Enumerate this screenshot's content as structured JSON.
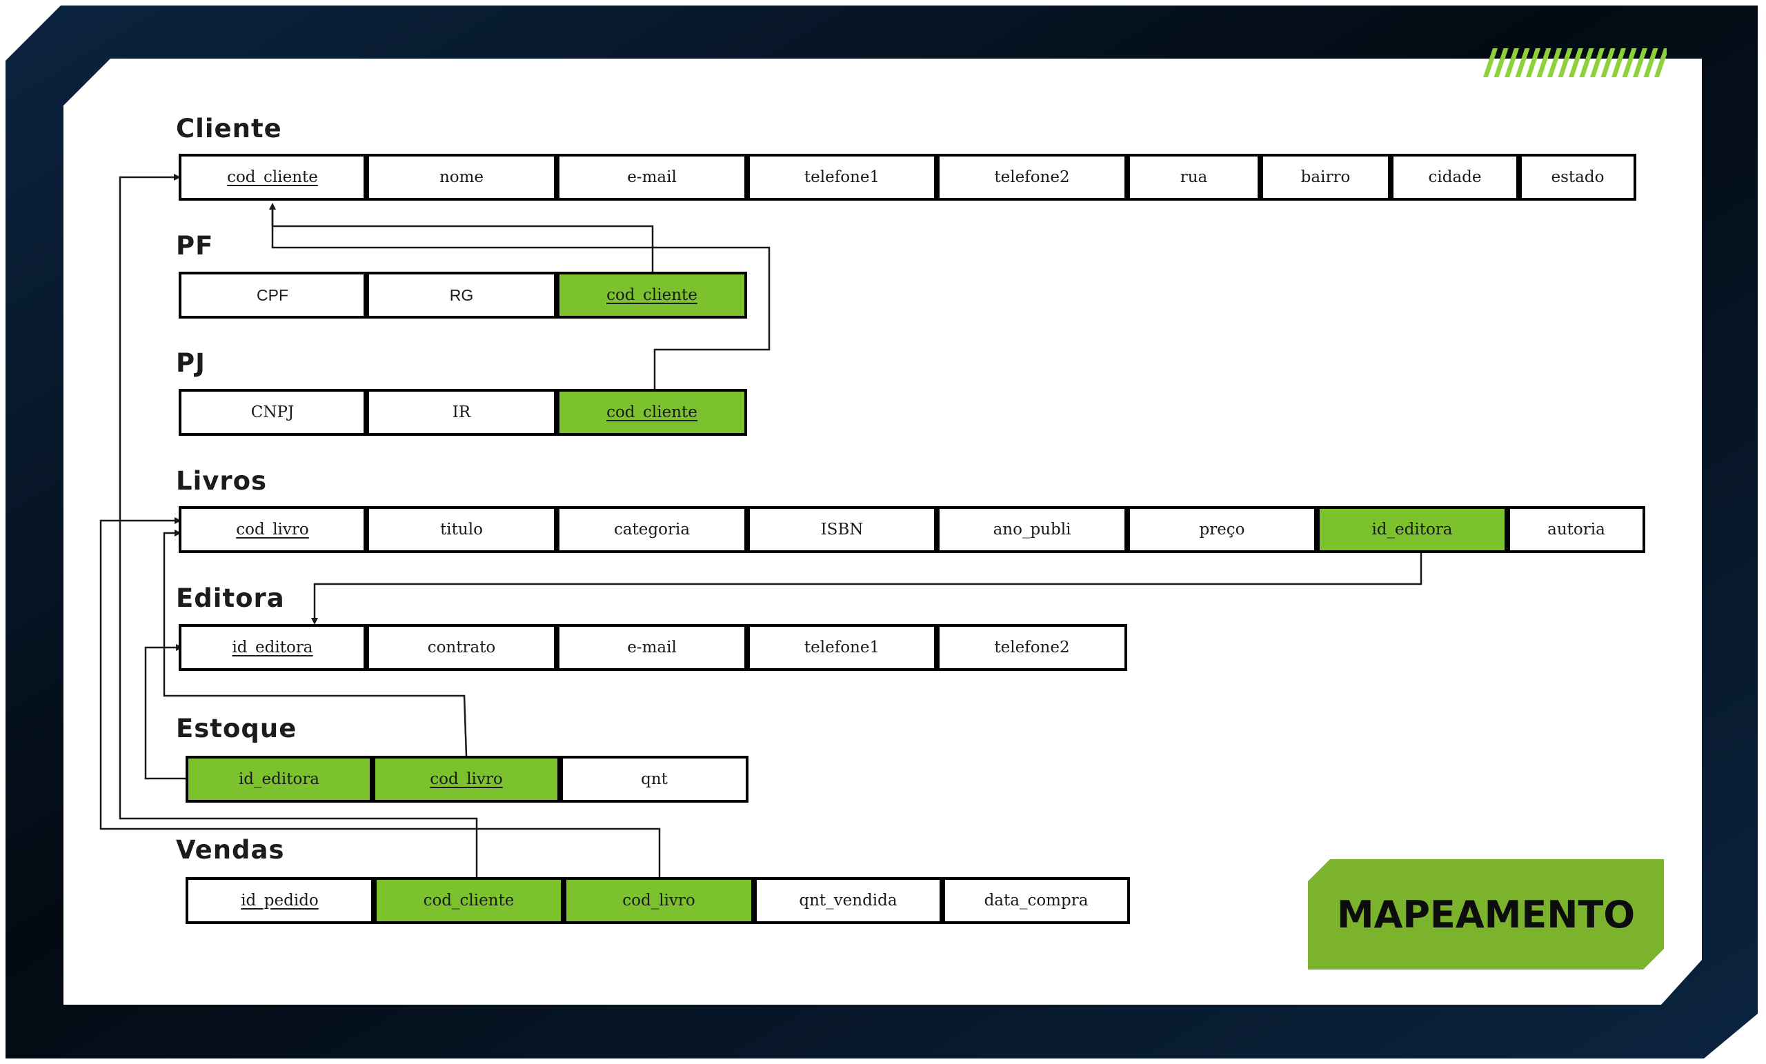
{
  "badge": {
    "label": "MAPEAMENTO"
  },
  "colors": {
    "frame_dark": "#03080e",
    "frame_blue": "#0b2440",
    "accent_green": "#7cc12e",
    "badge_green": "#7cb32c",
    "stripe_green": "#8fd13a",
    "cell_border": "#000000"
  },
  "tables": {
    "cliente": {
      "name": "Cliente",
      "fields": [
        {
          "label": "cod_cliente",
          "pk": true,
          "fk": false
        },
        {
          "label": "nome",
          "pk": false,
          "fk": false
        },
        {
          "label": "e-mail",
          "pk": false,
          "fk": false
        },
        {
          "label": "telefone1",
          "pk": false,
          "fk": false
        },
        {
          "label": "telefone2",
          "pk": false,
          "fk": false
        },
        {
          "label": "rua",
          "pk": false,
          "fk": false
        },
        {
          "label": "bairro",
          "pk": false,
          "fk": false
        },
        {
          "label": "cidade",
          "pk": false,
          "fk": false
        },
        {
          "label": "estado",
          "pk": false,
          "fk": false
        }
      ]
    },
    "pf": {
      "name": "PF",
      "fields": [
        {
          "label": "CPF",
          "pk": false,
          "fk": false
        },
        {
          "label": "RG",
          "pk": false,
          "fk": false
        },
        {
          "label": "cod_cliente",
          "pk": true,
          "fk": true
        }
      ]
    },
    "pj": {
      "name": "PJ",
      "fields": [
        {
          "label": "CNPJ",
          "pk": false,
          "fk": false
        },
        {
          "label": "IR",
          "pk": false,
          "fk": false
        },
        {
          "label": "cod_cliente",
          "pk": true,
          "fk": true
        }
      ]
    },
    "livros": {
      "name": "Livros",
      "fields": [
        {
          "label": "cod_livro",
          "pk": true,
          "fk": false
        },
        {
          "label": "titulo",
          "pk": false,
          "fk": false
        },
        {
          "label": "categoria",
          "pk": false,
          "fk": false
        },
        {
          "label": "ISBN",
          "pk": false,
          "fk": false
        },
        {
          "label": "ano_publi",
          "pk": false,
          "fk": false
        },
        {
          "label": "preço",
          "pk": false,
          "fk": false
        },
        {
          "label": "id_editora",
          "pk": false,
          "fk": true
        },
        {
          "label": "autoria",
          "pk": false,
          "fk": false
        }
      ]
    },
    "editora": {
      "name": "Editora",
      "fields": [
        {
          "label": "id_editora",
          "pk": true,
          "fk": false
        },
        {
          "label": "contrato",
          "pk": false,
          "fk": false
        },
        {
          "label": "e-mail",
          "pk": false,
          "fk": false
        },
        {
          "label": "telefone1",
          "pk": false,
          "fk": false
        },
        {
          "label": "telefone2",
          "pk": false,
          "fk": false
        }
      ]
    },
    "estoque": {
      "name": "Estoque",
      "fields": [
        {
          "label": "id_editora",
          "pk": false,
          "fk": true
        },
        {
          "label": "cod_livro",
          "pk": true,
          "fk": true
        },
        {
          "label": "qnt",
          "pk": false,
          "fk": false
        }
      ]
    },
    "vendas": {
      "name": "Vendas",
      "fields": [
        {
          "label": "id_pedido",
          "pk": true,
          "fk": false
        },
        {
          "label": "cod_cliente",
          "pk": false,
          "fk": true
        },
        {
          "label": "cod_livro",
          "pk": false,
          "fk": true
        },
        {
          "label": "qnt_vendida",
          "pk": false,
          "fk": false
        },
        {
          "label": "data_compra",
          "pk": false,
          "fk": false
        }
      ]
    }
  }
}
